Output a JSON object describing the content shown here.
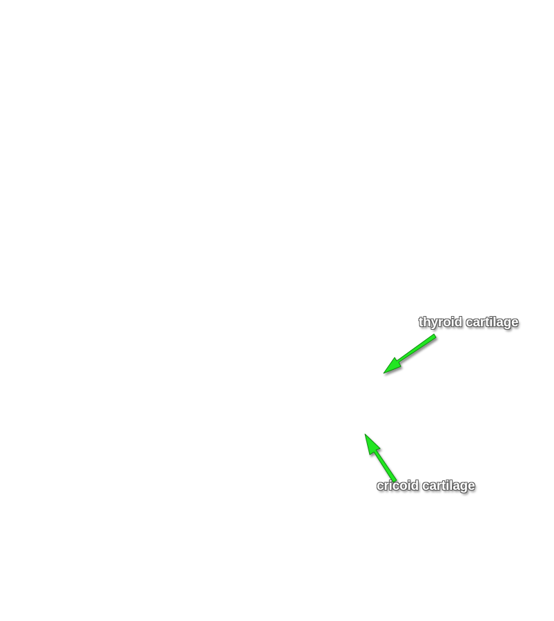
{
  "annotations": [
    {
      "id": "thyroid",
      "text": "thyroid cartilage"
    },
    {
      "id": "cricoid",
      "text": "cricoid cartilage"
    }
  ],
  "colors": {
    "arrow_fill": "#22e622",
    "arrow_stroke": "#0f8a0f",
    "label_text": "#ffffff",
    "label_outline": "#5a5a5a",
    "background": "#ffffff"
  }
}
